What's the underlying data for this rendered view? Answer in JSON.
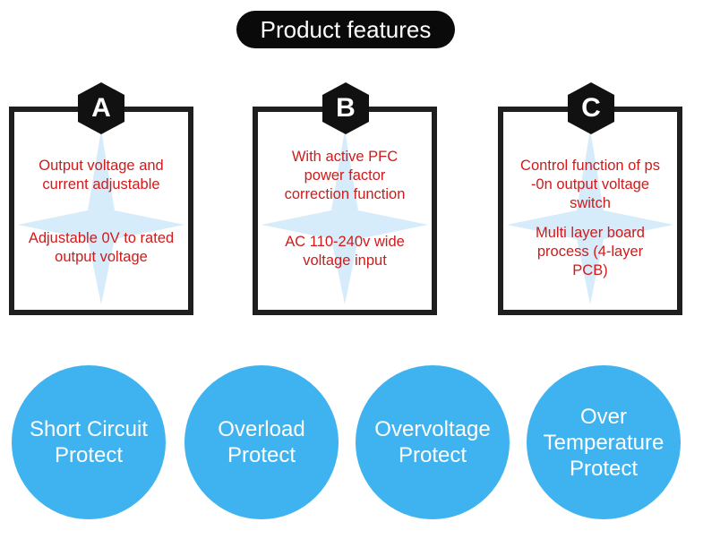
{
  "header": {
    "title": "Product features"
  },
  "features": [
    {
      "letter": "A",
      "lines": [
        "Output voltage and current adjustable",
        "Adjustable 0V to rated output voltage"
      ]
    },
    {
      "letter": "B",
      "lines": [
        "With active PFC power factor correction function",
        "AC 110-240v wide voltage input"
      ]
    },
    {
      "letter": "C",
      "lines": [
        "Control function of ps -0n output voltage switch",
        "Multi layer board process (4-layer PCB)"
      ]
    }
  ],
  "protections": [
    {
      "label": "Short Circuit Protect"
    },
    {
      "label": "Overload Protect"
    },
    {
      "label": "Overvoltage Protect"
    },
    {
      "label": "Over Temperature Protect"
    }
  ],
  "colors": {
    "accent_blue": "#3fb2f0",
    "text_red": "#d11a1a",
    "dark": "#1f1f1f",
    "star": "#d6ecfa"
  }
}
